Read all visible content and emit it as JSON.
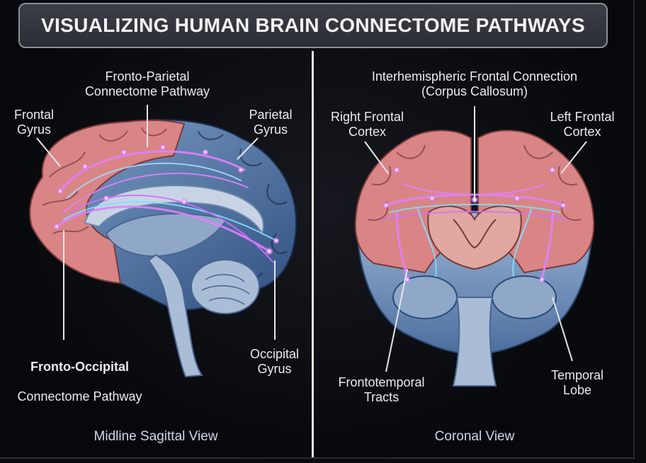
{
  "title": "VISUALIZING HUMAN BRAIN CONNECTOME PATHWAYS",
  "left_panel": {
    "labels": {
      "fronto_parietal": "Fronto-Parietal\nConnectome Pathway",
      "frontal_gyrus": "Frontal\nGyrus",
      "parietal_gyrus": "Parietal\nGyrus",
      "fronto_occipital_line1": "Fronto-Occipital",
      "fronto_occipital_line2": "Connectome Pathway",
      "occipital_gyrus": "Occipital\nGyrus"
    },
    "view_caption": "Midline Sagittal View"
  },
  "right_panel": {
    "labels": {
      "interhemispheric": "Interhemispheric Frontal Connection\n(Corpus Callosum)",
      "right_frontal": "Right Frontal\nCortex",
      "left_frontal": "Left Frontal\nCortex",
      "frontotemporal": "Frontotemporal\nTracts",
      "temporal_lobe": "Temporal\nLobe"
    },
    "view_caption": "Coronal View"
  },
  "colors": {
    "frontal": "#d98585",
    "cortex_blue": "#5d7fb0",
    "deep_blue": "#2c4a78",
    "pathway_pink": "#e080ff",
    "pathway_cyan": "#7fe0ff"
  }
}
